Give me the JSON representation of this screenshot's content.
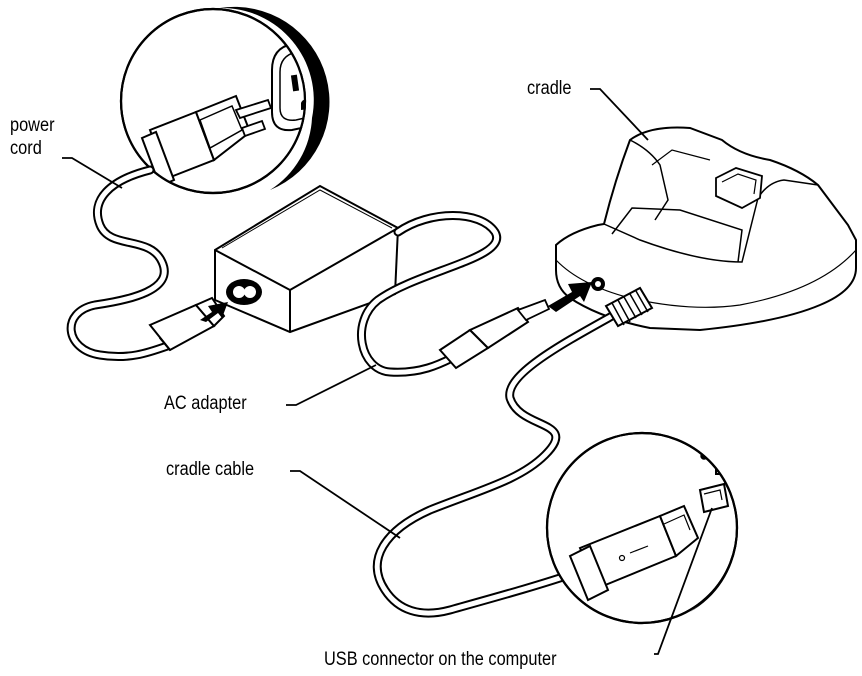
{
  "labels": {
    "power_cord_line1": "power",
    "power_cord_line2": "cord",
    "cradle": "cradle",
    "ac_adapter": "AC adapter",
    "cradle_cable": "cradle cable",
    "usb_connector": "USB connector on the computer"
  },
  "colors": {
    "line": "#000000",
    "fill": "#ffffff",
    "arrow": "#000000"
  }
}
